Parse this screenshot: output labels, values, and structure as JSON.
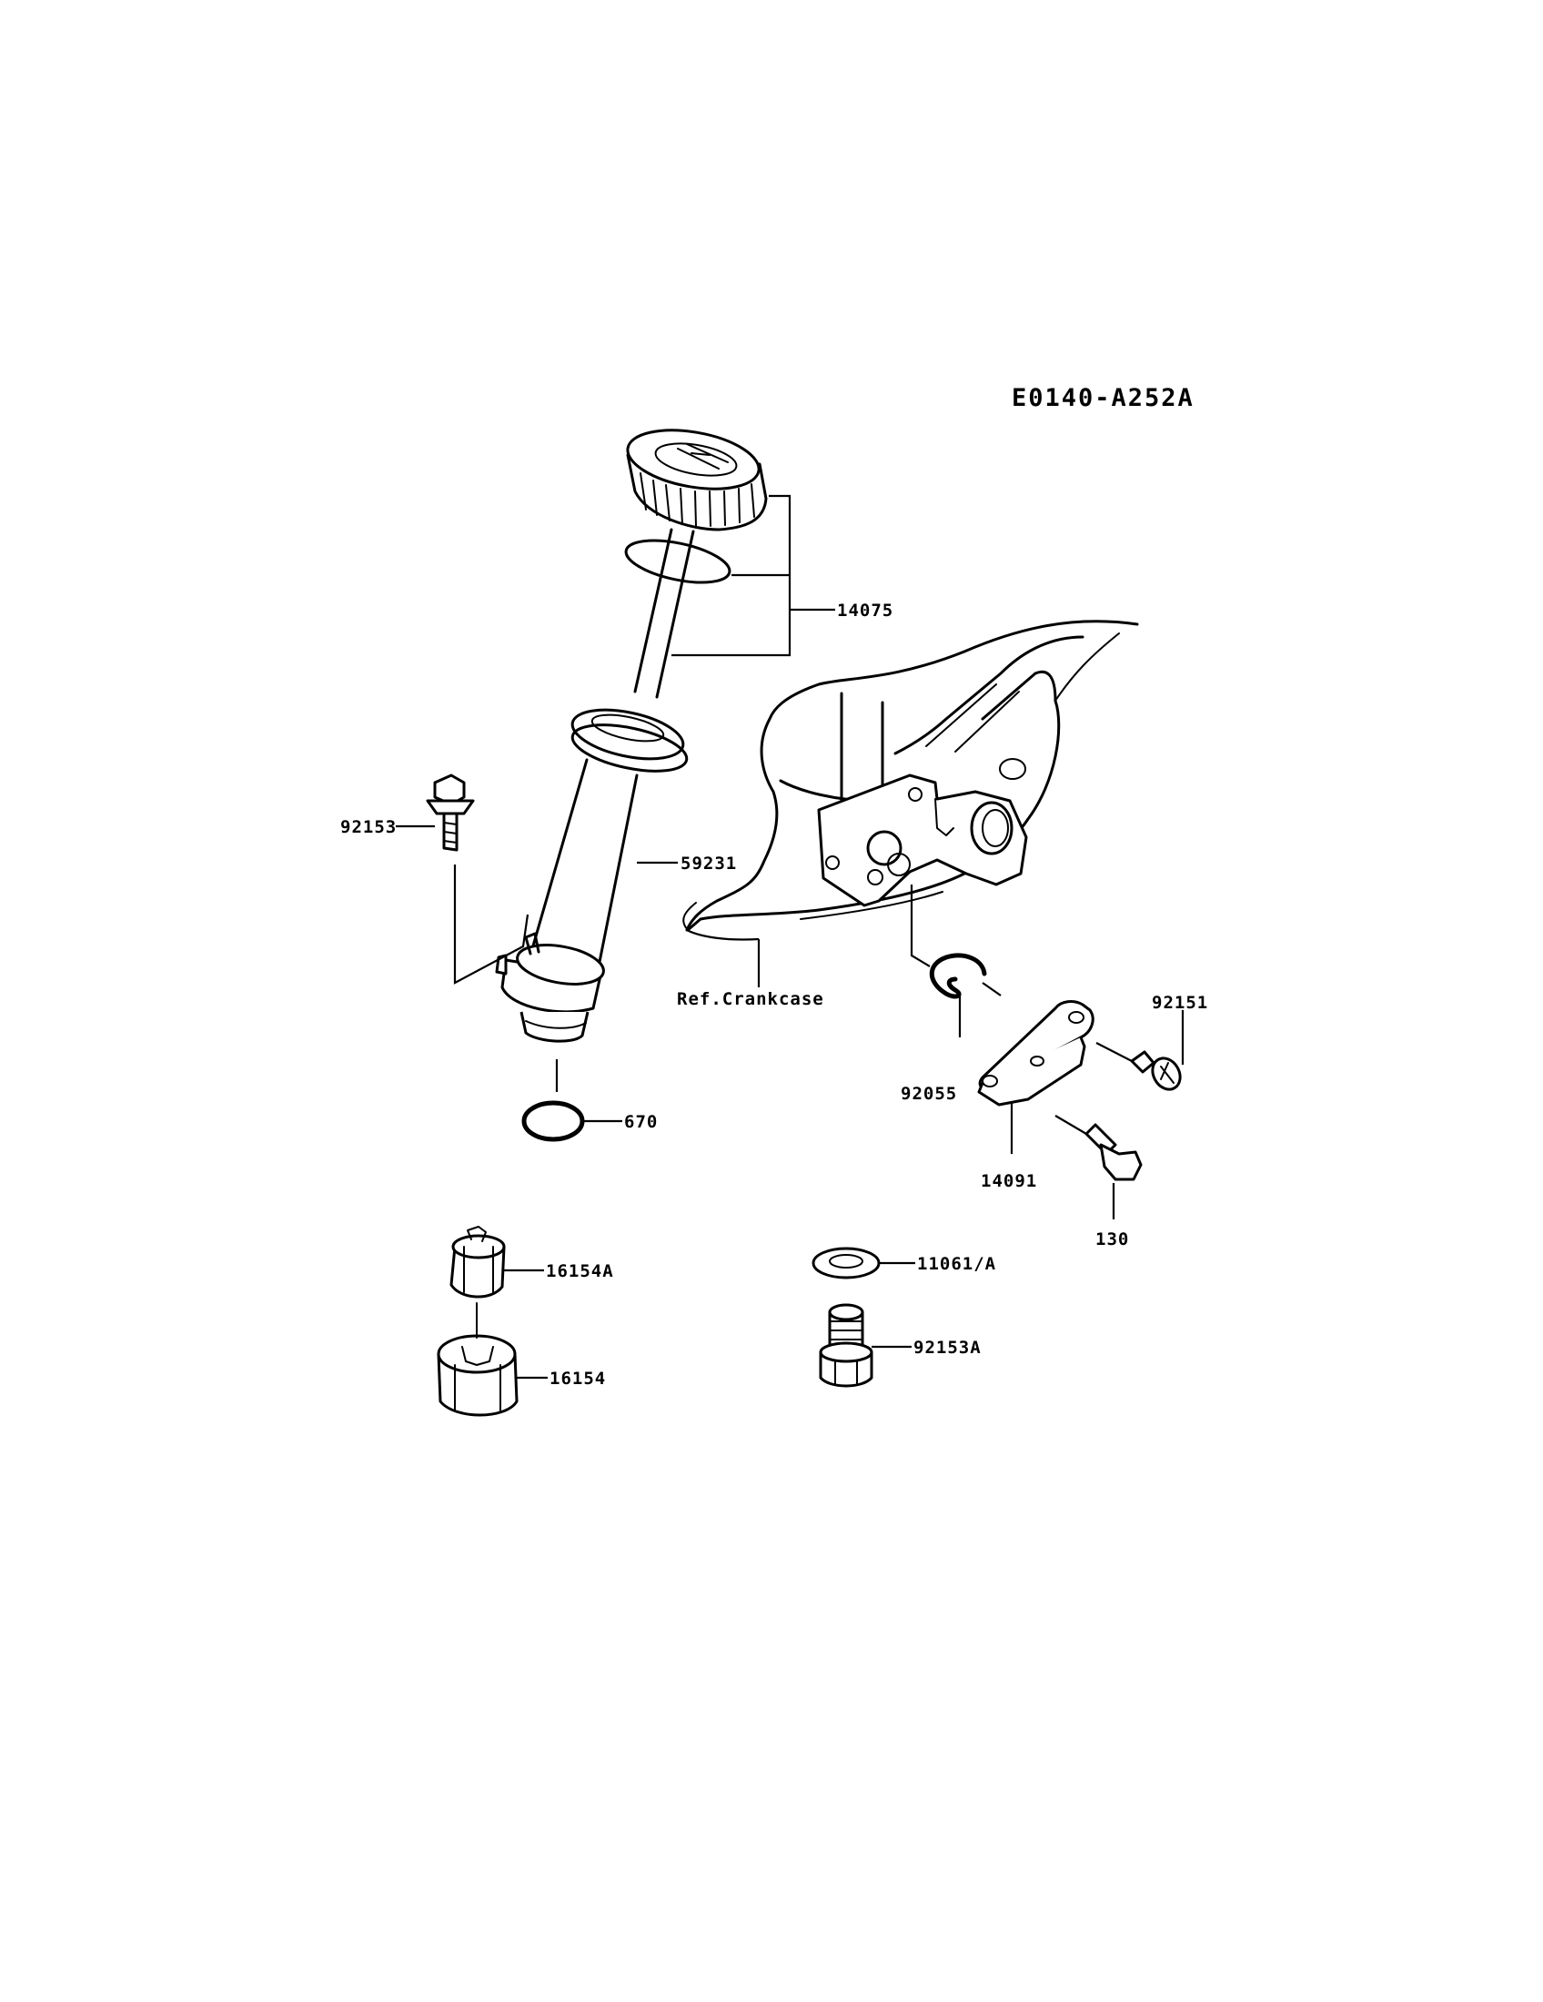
{
  "diagram_code": "E0140-A252A",
  "labels": {
    "p14075": "14075",
    "p92153": "92153",
    "p59231": "59231",
    "p670": "670",
    "ref_crankcase": "Ref.Crankcase",
    "p92151": "92151",
    "p92055": "92055",
    "p14091": "14091",
    "p130": "130",
    "p16154A": "16154A",
    "p16154": "16154",
    "p11061A": "11061/A",
    "p92153A": "92153A"
  }
}
